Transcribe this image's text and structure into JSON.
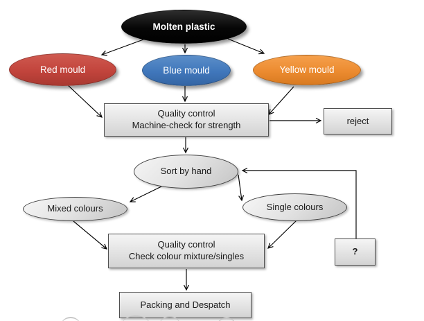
{
  "nodes": {
    "molten": {
      "label": "Molten plastic",
      "fill": "#0a0a0a",
      "text_color": "#ffffff"
    },
    "red": {
      "label": "Red mould",
      "fill": "#c2443c",
      "text_color": "#ffffff"
    },
    "blue": {
      "label": "Blue mould",
      "fill": "#4077bb",
      "text_color": "#ffffff"
    },
    "yellow": {
      "label": "Yellow mould",
      "fill": "#ec8b30",
      "text_color": "#ffffff"
    },
    "qc_strength": {
      "line1": "Quality control",
      "line2": "Machine-check for strength"
    },
    "reject": {
      "label": "reject"
    },
    "sort": {
      "label": "Sort by hand"
    },
    "mixed": {
      "label": "Mixed colours"
    },
    "single": {
      "label": "Single colours"
    },
    "qc_colour": {
      "line1": "Quality control",
      "line2": "Check colour mixture/singles"
    },
    "query": {
      "label": "?"
    },
    "packing": {
      "label": "Packing and Despatch"
    }
  },
  "edges": [
    {
      "from": "molten",
      "to": "red"
    },
    {
      "from": "molten",
      "to": "blue"
    },
    {
      "from": "molten",
      "to": "yellow"
    },
    {
      "from": "red",
      "to": "qc_strength"
    },
    {
      "from": "blue",
      "to": "qc_strength"
    },
    {
      "from": "yellow",
      "to": "qc_strength"
    },
    {
      "from": "qc_strength",
      "to": "reject"
    },
    {
      "from": "qc_strength",
      "to": "sort"
    },
    {
      "from": "sort",
      "to": "mixed"
    },
    {
      "from": "sort",
      "to": "single"
    },
    {
      "from": "mixed",
      "to": "qc_colour"
    },
    {
      "from": "single",
      "to": "qc_colour"
    },
    {
      "from": "qc_colour",
      "to": "packing"
    },
    {
      "from": "query",
      "to": "sort"
    }
  ],
  "palette": {
    "grey_box_top": "#f5f5f5",
    "grey_box_bottom": "#d3d3d3",
    "box_border": "#4f4f4f",
    "arrow": "#000000",
    "canvas": "#ffffff"
  }
}
